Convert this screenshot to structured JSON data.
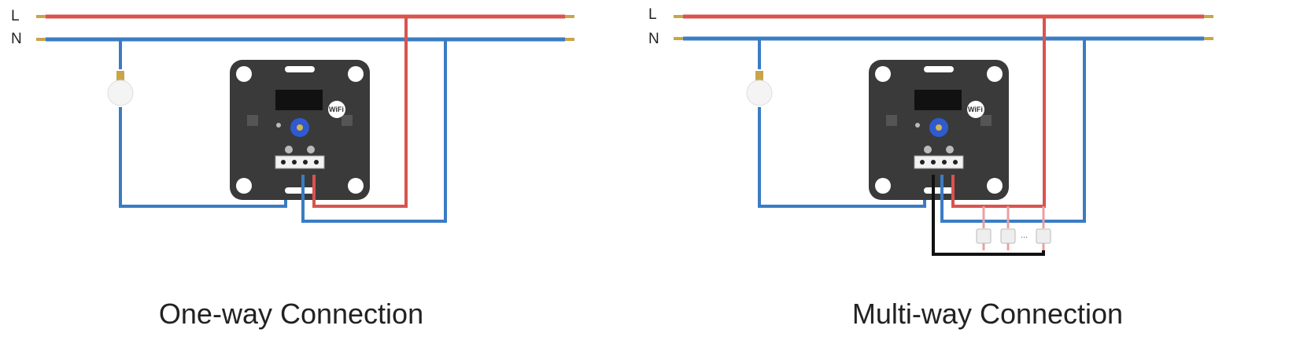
{
  "line_labels": {
    "live": "L",
    "neutral": "N"
  },
  "panels": [
    {
      "caption": "One-way Connection"
    },
    {
      "caption": "Multi-way Connection"
    }
  ],
  "dimmer": {
    "wifi_label": "WiFi"
  },
  "switch_chain_ellipsis": "...",
  "colors": {
    "live_wire": "#d9534f",
    "neutral_wire": "#3b7cc4",
    "control_wire": "#111111",
    "dimmer_body": "#3a3a3a",
    "knob": "#2f5bd0"
  }
}
